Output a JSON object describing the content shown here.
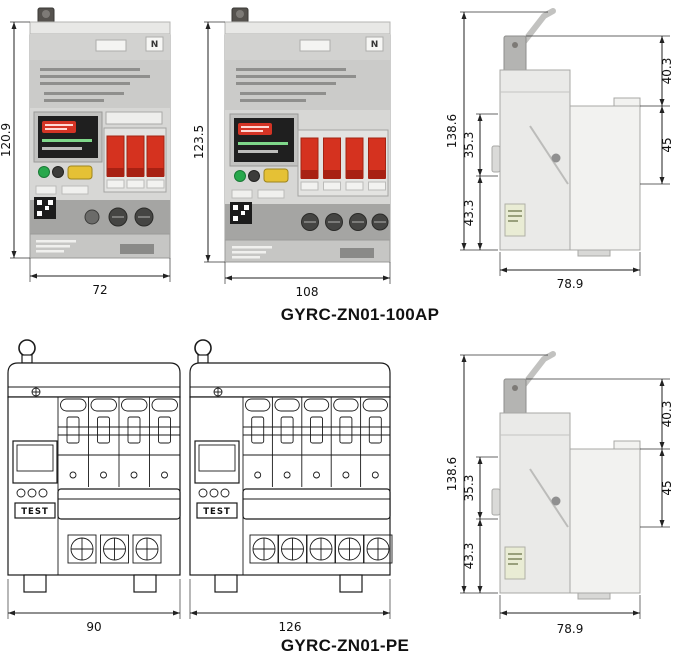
{
  "sheet": {
    "top": {
      "title": {
        "brand": "GYRC-",
        "model": "ZN01-100AP"
      },
      "front3": {
        "height_mm": "120.9",
        "width_mm": "72",
        "n_label": "N"
      },
      "front4": {
        "height_mm": "123.5",
        "width_mm": "108",
        "n_label": "N"
      },
      "side": {
        "overall_height_mm": "138.6",
        "antenna_section_mm": "40.3",
        "mid_section_mm": "45",
        "upper_section_mm": "35.3",
        "lower_section_mm": "43.3",
        "depth_mm": "78.9"
      }
    },
    "bottom": {
      "title": {
        "brand": "GYRC-",
        "model": "ZN01-PE"
      },
      "front3": {
        "width_mm": "90",
        "test_label": "TEST"
      },
      "front5": {
        "width_mm": "126",
        "test_label": "TEST"
      },
      "side": {
        "overall_height_mm": "138.6",
        "antenna_section_mm": "40.3",
        "mid_section_mm": "45",
        "upper_section_mm": "35.3",
        "lower_section_mm": "43.3",
        "depth_mm": "78.9"
      }
    }
  }
}
